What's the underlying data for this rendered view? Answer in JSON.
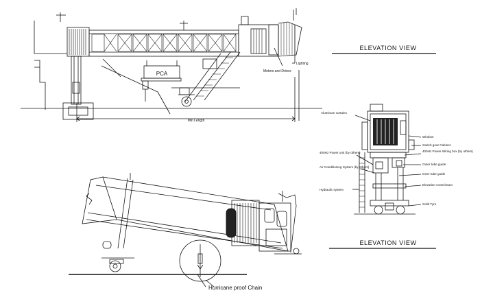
{
  "diagram": {
    "top_view": {
      "pca_label": "PCA",
      "lighting": "Lighting",
      "motors": "Motors and Drives",
      "min_length": "Min Length"
    },
    "perspective_view": {
      "chain_label": "Hurricane proof Chain"
    },
    "right_view": {
      "title_top": "ELEVATION VIEW",
      "title_bottom": "ELEVATION VIEW",
      "callouts": {
        "aluminum_curtains": "Aluminum curtains",
        "window": "Window",
        "switchgear": "Switch gear Cabinet",
        "power_400hz_wiring": "400Hz Power Wiring box (by others)",
        "power_400hz_unit": "400Hz Power unit (by others)",
        "outer_tube": "Outer tube guide",
        "air_conditioning": "Air Conditioning System (by others)",
        "inner_tube": "Inner tube guide",
        "elevation_beam": "Elevation cross beam",
        "hydraulic": "Hydraulic system",
        "solid_tyre": "Solid Tyre"
      }
    }
  }
}
